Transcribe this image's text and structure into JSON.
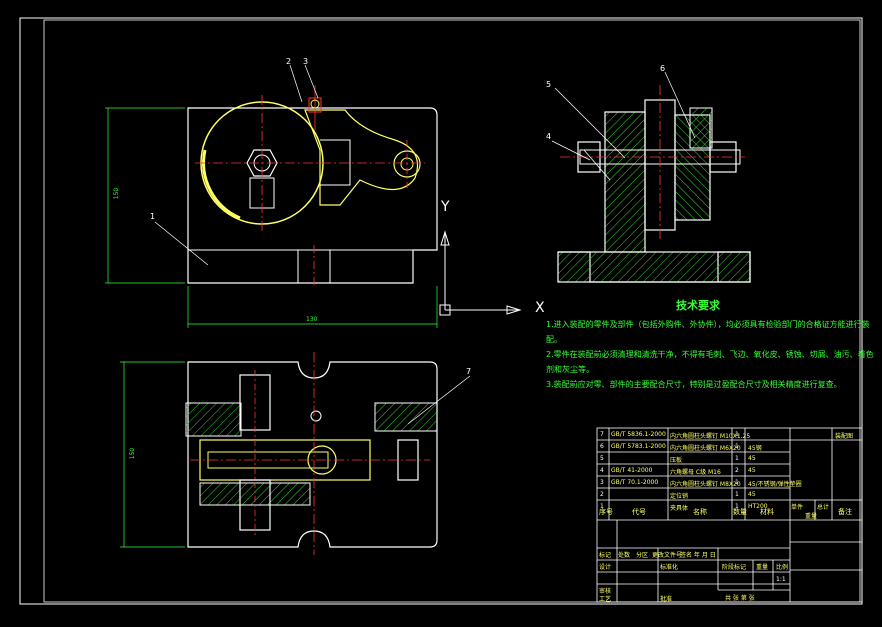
{
  "drawing": {
    "colors": {
      "background": "#000000",
      "outline": "#ffffff",
      "part": "#ffff66",
      "centerline": "#ff3333",
      "dimension": "#33ff33",
      "hatch": "#33cc33",
      "annotation": "#ffff66"
    },
    "balloons": [
      "1",
      "2",
      "3",
      "4",
      "5",
      "6",
      "7"
    ],
    "dimensions": {
      "height_front": "150",
      "width_front": "130",
      "height_top": "150"
    },
    "axes": {
      "x": "X",
      "y": "Y"
    }
  },
  "tech_requirements": {
    "title": "技术要求",
    "items": [
      "1.进入装配的零件及部件（包括外购件、外协件），均必须具有检验部门的合格证方能进行装",
      "配。",
      "2.零件在装配前必须清理和清洗干净，不得有毛刺、飞边、氧化皮、锈蚀、切屑、油污、着色",
      "剂和灰尘等。",
      "3.装配前应对零、部件的主要配合尺寸，特别是过盈配合尺寸及相关精度进行复查。"
    ]
  },
  "bom": {
    "rows": [
      {
        "no": "7",
        "code": "GB/T 5836.1-2000",
        "name": "内六角圆柱头螺钉 M10X1.25",
        "qty": "1",
        "material": ""
      },
      {
        "no": "6",
        "code": "GB/T 5783.1-2000",
        "name": "内六角圆柱头螺钉 M6X20",
        "qty": "1",
        "material": "45钢"
      },
      {
        "no": "5",
        "code": "",
        "name": "压板",
        "qty": "1",
        "material": "45"
      },
      {
        "no": "4",
        "code": "GB/T 41-2000",
        "name": "六角螺母 C级 M16",
        "qty": "2",
        "material": "45"
      },
      {
        "no": "3",
        "code": "GB/T 70.1-2000",
        "name": "内六角圆柱头螺钉 M8X20",
        "qty": "1",
        "material": "45/不锈钢/弹性垫圈"
      },
      {
        "no": "2",
        "code": "",
        "name": "定位销",
        "qty": "1",
        "material": "45"
      },
      {
        "no": "1",
        "code": "",
        "name": "夹具体",
        "qty": "1",
        "material": "HT200"
      }
    ],
    "header": {
      "no": "序号",
      "code": "代号",
      "name": "名称",
      "qty": "数量",
      "material": "材料",
      "single": "单件",
      "total": "总计",
      "weight": "重量",
      "remark": "备注"
    },
    "title_block": {
      "mark": "标记",
      "count": "处数",
      "zone": "分区",
      "change_doc": "更改文件号",
      "sign_date": "签名 年 月 日",
      "design": "设计",
      "standard": "标准化",
      "stage_mark": "阶段标记",
      "weight": "重量",
      "scale": "比例",
      "scale_value": "1:1",
      "review": "审核",
      "process": "工艺",
      "approve": "批准",
      "sheets": "共  张  第  张",
      "stamp": "装配图"
    }
  }
}
